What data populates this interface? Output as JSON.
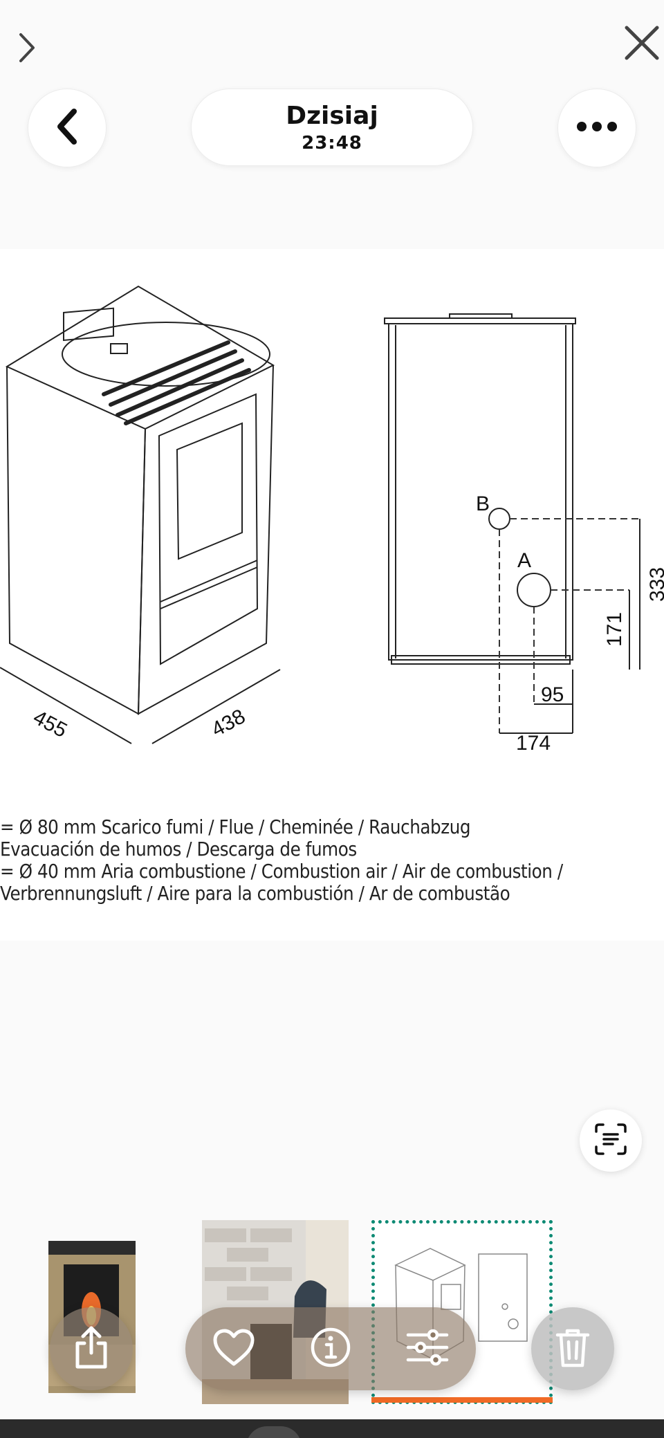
{
  "header": {
    "title": "Dzisiaj",
    "time": "23:48"
  },
  "drawing": {
    "labels": {
      "point_b": "B",
      "point_a": "A"
    },
    "dimensions": {
      "width_front": "455",
      "depth_side": "438",
      "height_b": "333",
      "height_a": "171",
      "offset_a": "95",
      "offset_b": "174"
    },
    "legend": [
      "= Ø 80 mm  Scarico fumi / Flue / Cheminée / Rauchabzug",
      "  Evacuación de humos / Descarga de fumos",
      "= Ø 40 mm  Aria combustione / Combustion air / Air de combustion /",
      "  Verbrennungsluft / Aire para la combustión / Ar de combustão"
    ]
  },
  "icons": {
    "top_left": "chevron-right-icon",
    "top_right": "close-icon",
    "back": "chevron-left-icon",
    "more": "more-horizontal-icon",
    "scan": "text-scan-icon",
    "share": "share-icon",
    "favorite": "heart-icon",
    "info": "info-icon",
    "adjust": "sliders-icon",
    "delete": "trash-icon"
  },
  "colors": {
    "selection_border": "#0e8a74",
    "selection_underline": "#f06a26"
  }
}
